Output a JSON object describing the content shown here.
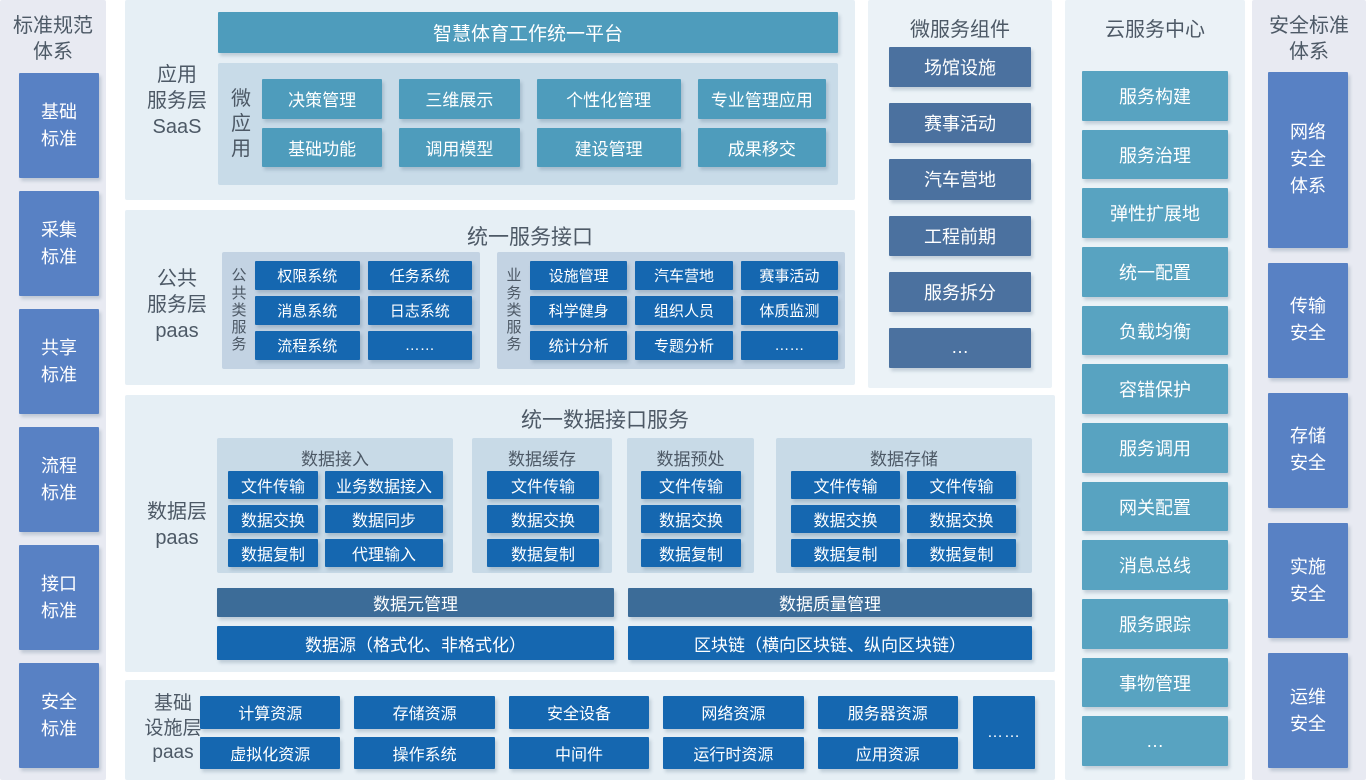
{
  "standards": {
    "title": "标准规范\n体系",
    "items": [
      "基础\n标准",
      "采集\n标准",
      "共享\n标准",
      "流程\n标准",
      "接口\n标准",
      "安全\n标准"
    ]
  },
  "app_layer": {
    "label": "应用\n服务层\nSaaS",
    "platform_title": "智慧体育工作统一平台",
    "micro_label": "微应用",
    "apps": [
      "决策管理",
      "三维展示",
      "个性化管理",
      "专业管理应用",
      "基础功能",
      "调用模型",
      "建设管理",
      "成果移交"
    ]
  },
  "service_layer": {
    "label": "公共\n服务层\npaas",
    "header": "统一服务接口",
    "common": {
      "label": "公共类服务",
      "items": [
        "权限系统",
        "任务系统",
        "消息系统",
        "日志系统",
        "流程系统",
        "……"
      ]
    },
    "business": {
      "label": "业务类服务",
      "items": [
        "设施管理",
        "汽车营地",
        "赛事活动",
        "科学健身",
        "组织人员",
        "体质监测",
        "统计分析",
        "专题分析",
        "……"
      ]
    }
  },
  "data_layer": {
    "label": "数据层\npaas",
    "header": "统一数据接口服务",
    "access": {
      "title": "数据接入",
      "items": [
        "文件传输",
        "业务数据接入",
        "数据交换",
        "数据同步",
        "数据复制",
        "代理输入"
      ]
    },
    "cache": {
      "title": "数据缓存",
      "items": [
        "文件传输",
        "数据交换",
        "数据复制"
      ]
    },
    "preprocess": {
      "title": "数据预处",
      "items": [
        "文件传输",
        "数据交换",
        "数据复制"
      ]
    },
    "storage": {
      "title": "数据存储",
      "items": [
        "文件传输",
        "文件传输",
        "数据交换",
        "数据交换",
        "数据复制",
        "数据复制"
      ]
    },
    "meta_bar": "数据元管理",
    "quality_bar": "数据质量管理",
    "source_bar": "数据源（格式化、非格式化）",
    "blockchain_bar": "区块链（横向区块链、纵向区块链）"
  },
  "infra_layer": {
    "label": "基础\n设施层\npaas",
    "row1": [
      "计算资源",
      "存储资源",
      "安全设备",
      "网络资源",
      "服务器资源"
    ],
    "row2": [
      "虚拟化资源",
      "操作系统",
      "中间件",
      "运行时资源",
      "应用资源"
    ],
    "more": "……"
  },
  "microservices": {
    "title": "微服务组件",
    "items": [
      "场馆设施",
      "赛事活动",
      "汽车营地",
      "工程前期",
      "服务拆分",
      "…"
    ]
  },
  "cloud": {
    "title": "云服务中心",
    "items": [
      "服务构建",
      "服务治理",
      "弹性扩展地",
      "统一配置",
      "负载均衡",
      "容错保护",
      "服务调用",
      "网关配置",
      "消息总线",
      "服务跟踪",
      "事物管理",
      "…"
    ]
  },
  "security": {
    "title": "安全标准\n体系",
    "items": [
      "网络\n安全\n体系",
      "传输\n安全",
      "存储\n安全",
      "实施\n安全",
      "运维\n安全"
    ]
  },
  "colors": {
    "teal": "#4e9cbc",
    "cloud_teal": "#58a3c1",
    "dark_blue": "#1567b0",
    "slate": "#4b719f",
    "periwinkle": "#5881c4",
    "dark_bar": "#3c6c98"
  }
}
